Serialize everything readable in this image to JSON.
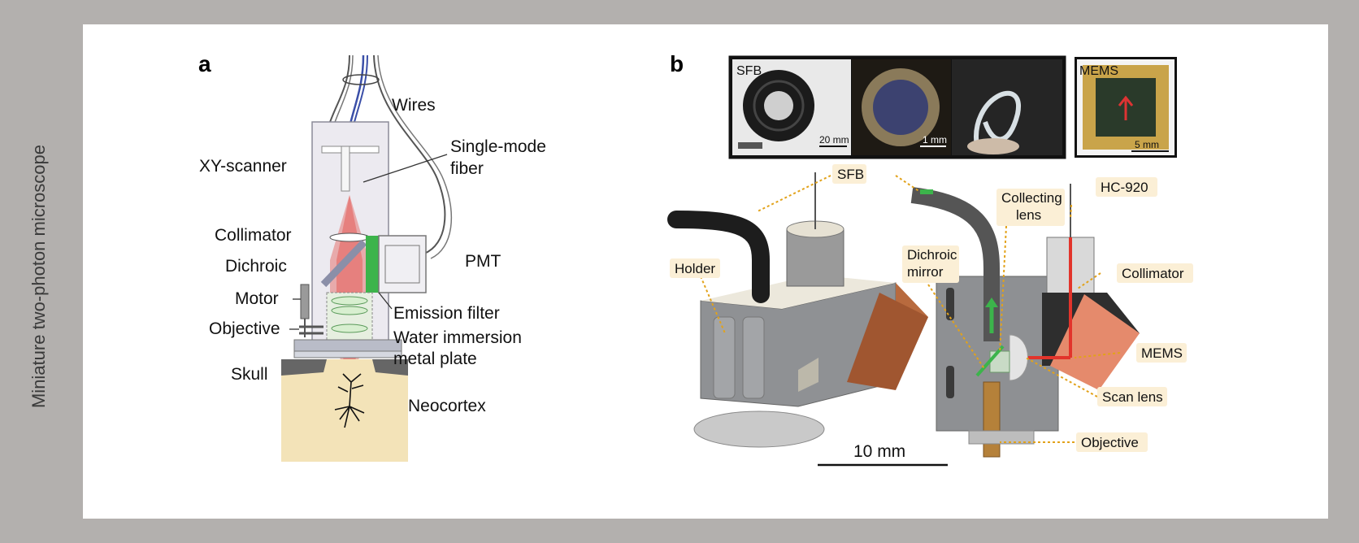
{
  "side_title": "Miniature two-photon microscope",
  "panel_a": {
    "letter": "a",
    "labels": {
      "wires": "Wires",
      "single_mode_1": "Single-mode",
      "single_mode_2": "fiber",
      "xy_scanner": "XY-scanner",
      "collimator": "Collimator",
      "dichroic": "Dichroic",
      "pmt": "PMT",
      "motor": "Motor",
      "emission_filter": "Emission filter",
      "objective": "Objective",
      "water_1": "Water immersion",
      "water_2": "metal plate",
      "skull": "Skull",
      "neocortex": "Neocortex"
    }
  },
  "panel_b": {
    "letter": "b",
    "photos": {
      "sfb_label": "SFB",
      "scale_20": "20 mm",
      "scale_1": "1 mm",
      "mems_label": "MEMS",
      "scale_5": "5 mm"
    },
    "tags": {
      "sfb": "SFB",
      "holder": "Holder",
      "collecting_1": "Collecting",
      "collecting_2": "lens",
      "hc920": "HC-920",
      "dichroic_1": "Dichroic",
      "dichroic_2": "mirror",
      "collimator": "Collimator",
      "mems": "MEMS",
      "scan_lens": "Scan lens",
      "objective": "Objective"
    },
    "scale_bar": "10 mm"
  },
  "colors": {
    "background": "#b3b0ae",
    "panel": "#ffffff",
    "tag_fill": "#fbefd6",
    "leader_dots": "#e2a21a",
    "laser": "#e2342b",
    "emission": "#3cb44b",
    "tissue": "#f3e3b8",
    "mems_plate": "#e58a6c"
  }
}
